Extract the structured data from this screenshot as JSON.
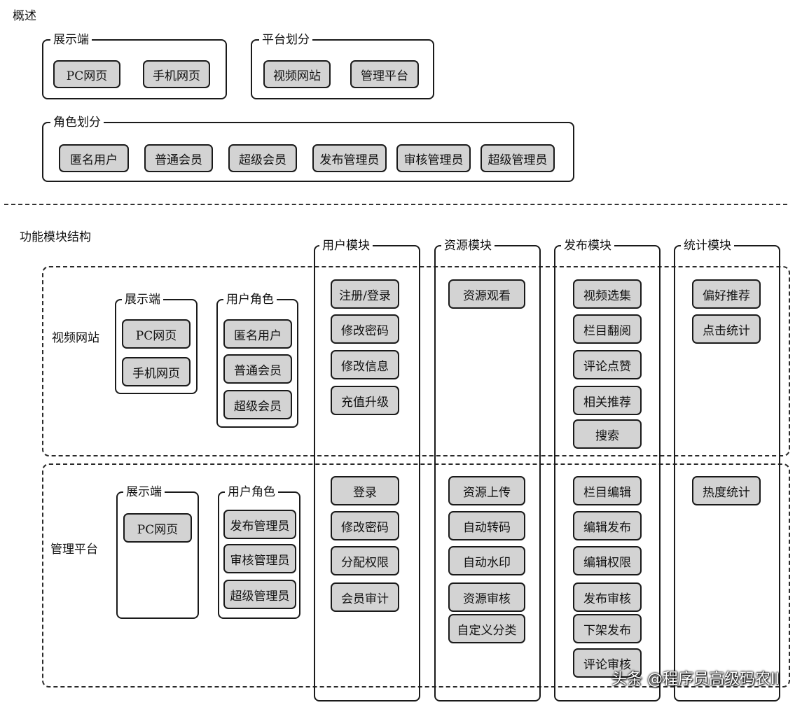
{
  "overview": {
    "title": "概述",
    "display_group": {
      "label": "展示端",
      "items": [
        "PC网页",
        "手机网页"
      ]
    },
    "platform_group": {
      "label": "平台划分",
      "items": [
        "视频网站",
        "管理平台"
      ]
    },
    "role_group": {
      "label": "角色划分",
      "items": [
        "匿名用户",
        "普通会员",
        "超级会员",
        "发布管理员",
        "审核管理员",
        "超级管理员"
      ]
    }
  },
  "structure": {
    "title": "功能模块结构",
    "rows": {
      "video_site": {
        "label": "视频网站",
        "display": {
          "label": "展示端",
          "items": [
            "PC网页",
            "手机网页"
          ]
        },
        "roles": {
          "label": "用户角色",
          "items": [
            "匿名用户",
            "普通会员",
            "超级会员"
          ]
        }
      },
      "admin_platform": {
        "label": "管理平台",
        "display": {
          "label": "展示端",
          "items": [
            "PC网页"
          ]
        },
        "roles": {
          "label": "用户角色",
          "items": [
            "发布管理员",
            "审核管理员",
            "超级管理员"
          ]
        }
      }
    },
    "modules": {
      "user": {
        "label": "用户模块",
        "video_site": [
          "注册/登录",
          "修改密码",
          "修改信息",
          "充值升级"
        ],
        "admin_platform": [
          "登录",
          "修改密码",
          "分配权限",
          "会员审计"
        ]
      },
      "resource": {
        "label": "资源模块",
        "video_site": [
          "资源观看"
        ],
        "admin_platform": [
          "资源上传",
          "自动转码",
          "自动水印",
          "资源审核",
          "自定义分类"
        ]
      },
      "publish": {
        "label": "发布模块",
        "video_site": [
          "视频选集",
          "栏目翻阅",
          "评论点赞",
          "相关推荐",
          "搜索"
        ],
        "admin_platform": [
          "栏目编辑",
          "编辑发布",
          "编辑权限",
          "发布审核",
          "下架发布",
          "评论审核"
        ]
      },
      "stats": {
        "label": "统计模块",
        "video_site": [
          "偏好推荐",
          "点击统计"
        ],
        "admin_platform": [
          "热度统计"
        ]
      }
    }
  },
  "watermark": "头条 @程序员高级码农II"
}
